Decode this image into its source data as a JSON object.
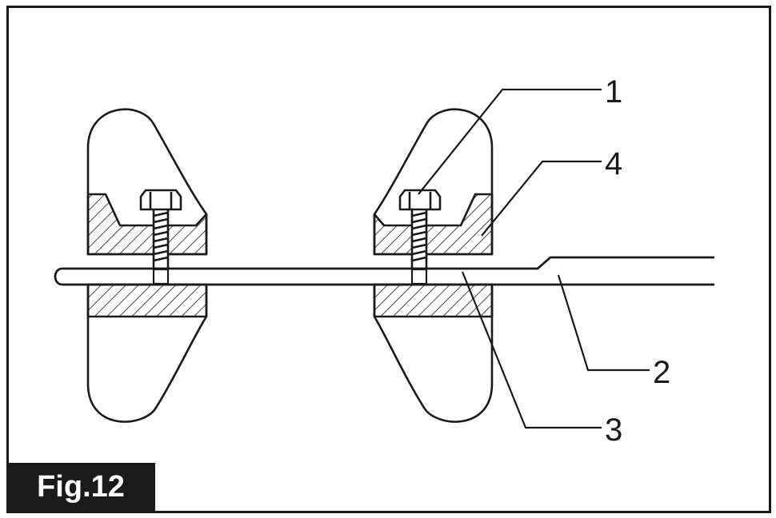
{
  "figure": {
    "label": "Fig.12"
  },
  "callouts": [
    {
      "number": "1"
    },
    {
      "number": "4"
    },
    {
      "number": "2"
    },
    {
      "number": "3"
    }
  ],
  "colors": {
    "line": "#1a1a1a",
    "background": "#ffffff",
    "label_background": "#1a1a1a",
    "label_text": "#ffffff"
  }
}
